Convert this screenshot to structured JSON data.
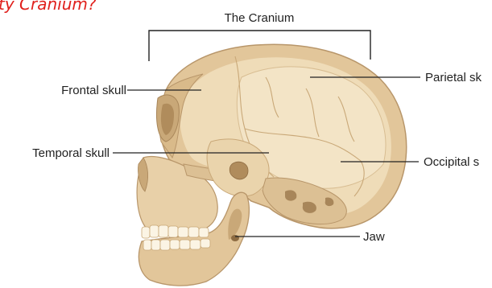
{
  "figure": {
    "heading_fragment": "ty Cranium?",
    "title": "The Cranium",
    "labels": {
      "frontal": "Frontal skull",
      "temporal": "Temporal skull",
      "parietal": "Parietal sk",
      "occipital": "Occipital s",
      "jaw": "Jaw"
    }
  },
  "colors": {
    "heading": "#e0201c",
    "bone_light": "#efdcb8",
    "bone_mid": "#e2c69a",
    "bone_dark": "#c9a878",
    "bone_outline": "#b8966a",
    "teeth": "#fbf4e4",
    "leader_line": "#222222"
  }
}
